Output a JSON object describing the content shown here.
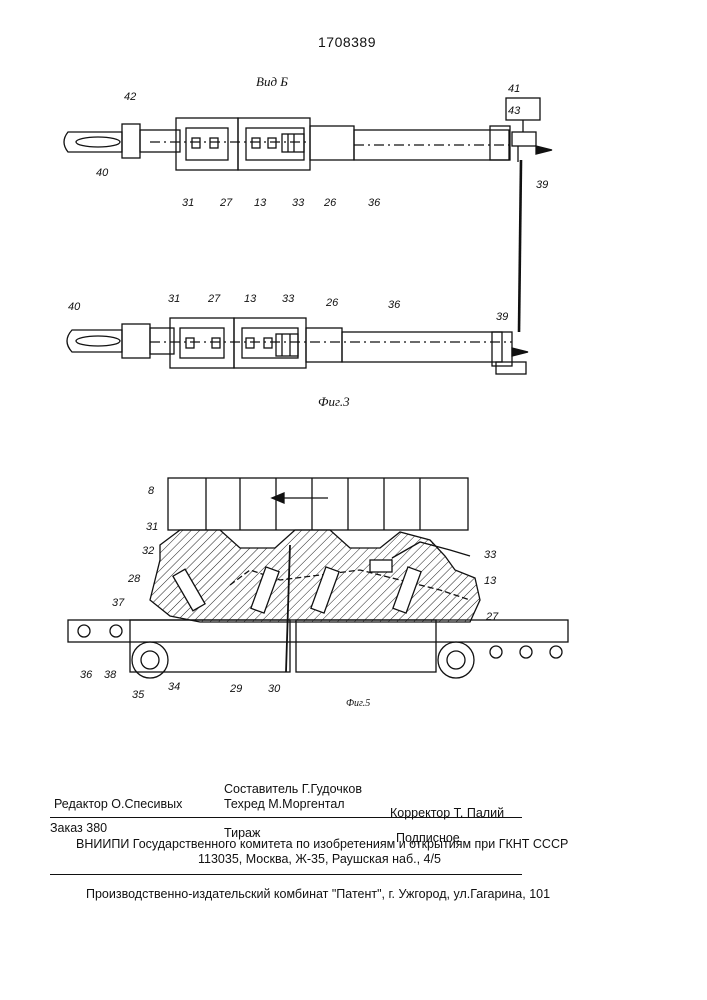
{
  "header": {
    "patent_number": "1708389"
  },
  "figure3": {
    "view_label": "Вид Б",
    "caption": "Фиг.3",
    "top_callouts": [
      "42",
      "40",
      "31",
      "27",
      "13",
      "33",
      "26",
      "36",
      "41",
      "43",
      "39"
    ],
    "bottom_callouts": [
      "40",
      "31",
      "27",
      "13",
      "33",
      "26",
      "36",
      "39"
    ]
  },
  "figure5": {
    "caption": "Фиг.5",
    "callouts": [
      "8",
      "31",
      "32",
      "28",
      "37",
      "36",
      "38",
      "35",
      "34",
      "29",
      "30",
      "33",
      "13",
      "27"
    ]
  },
  "footer": {
    "editor": "Редактор  О.Спесивых",
    "compiler": "Составитель Г.Гудочков",
    "techred": "Техред М.Моргентал",
    "corrector": "Корректор  Т. Палий",
    "order": "Заказ 380",
    "circulation": "Тираж",
    "subscription": "Подписное",
    "vniipi": "ВНИИПИ Государственного комитета по изобретениям и открытиям при ГКНТ СССР",
    "address": "113035, Москва, Ж-35, Раушская наб., 4/5",
    "publisher": "Производственно-издательский комбинат \"Патент\", г. Ужгород, ул.Гагарина, 101"
  }
}
